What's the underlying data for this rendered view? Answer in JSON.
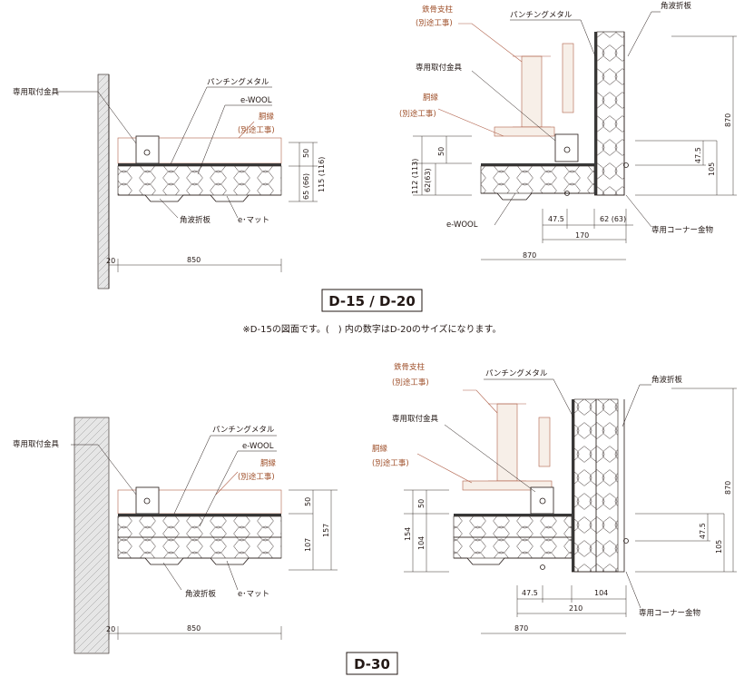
{
  "top": {
    "left": {
      "bracket": "専用取付金具",
      "punching": "パンチングメタル",
      "ewool": "e-WOOL",
      "trim": "胴縁",
      "trim_sub": "(別途工事)",
      "deck": "角波折板",
      "emat": "e･マット",
      "d50": "50",
      "d65": "65 (66)",
      "d115": "115 (116)",
      "d20": "20",
      "d850": "850"
    },
    "right": {
      "column": "鉄骨支柱",
      "column_sub": "(別途工事)",
      "punching": "パンチングメタル",
      "deck": "角波折板",
      "bracket": "専用取付金具",
      "trim": "胴縁",
      "trim_sub": "(別途工事)",
      "ewool": "e-WOOL",
      "corner": "専用コーナー金物",
      "d112": "112 (113)",
      "d62v": "62(63)",
      "d50": "50",
      "d47": "47.5",
      "d105": "105",
      "d870v": "870",
      "d47h": "47.5",
      "d62h": "62 (63)",
      "d170": "170",
      "d870h": "870"
    }
  },
  "title_top": "D-15 / D-20",
  "note": "※D-15の図面です。(　) 内の数字はD-20のサイズになります。",
  "bottom": {
    "left": {
      "bracket": "専用取付金具",
      "punching": "パンチングメタル",
      "ewool": "e-WOOL",
      "trim": "胴縁",
      "trim_sub": "(別途工事)",
      "deck": "角波折板",
      "emat": "e･マット",
      "d50": "50",
      "d107": "107",
      "d157": "157",
      "d20": "20",
      "d850": "850"
    },
    "right": {
      "column": "鉄骨支柱",
      "column_sub": "(別途工事)",
      "punching": "パンチングメタル",
      "deck": "角波折板",
      "bracket": "専用取付金具",
      "trim": "胴縁",
      "trim_sub": "(別途工事)",
      "corner": "専用コーナー金物",
      "d154": "154",
      "d50": "50",
      "d104v": "104",
      "d47": "47.5",
      "d105": "105",
      "d870v": "870",
      "d47h": "47.5",
      "d104h": "104",
      "d210": "210",
      "d870h": "870"
    }
  },
  "title_bottom": "D-30"
}
